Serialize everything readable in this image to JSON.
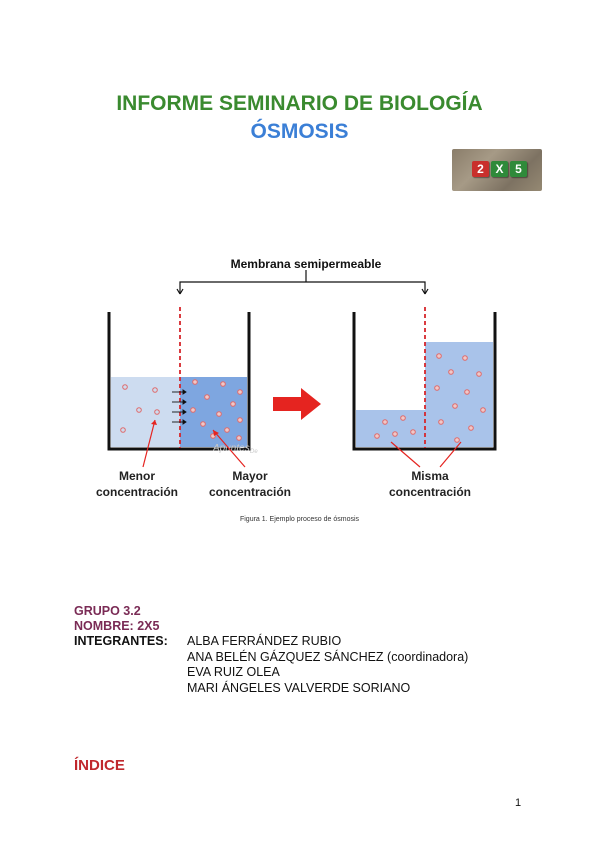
{
  "header": {
    "title": "INFORME SEMINARIO DE BIOLOGÍA",
    "subtitle": "ÓSMOSIS"
  },
  "logo": {
    "chars": [
      "2",
      "X",
      "5"
    ],
    "colors": [
      "#c9302c",
      "#2f8a3a",
      "#2f8a3a"
    ]
  },
  "figure": {
    "membrane_label": "Membrana semipermeable",
    "label_low_1": "Menor",
    "label_low_2": "concentración",
    "label_high_1": "Mayor",
    "label_high_2": "concentración",
    "label_equal_1": "Misma",
    "label_equal_2": "concentración",
    "watermark": "Apuntes",
    "watermark_suffix": "De",
    "caption": "Figura 1. Ejemplo proceso de ósmosis",
    "colors": {
      "light_water": "#cddcf0",
      "dark_water": "#7ea6e0",
      "equal_water": "#a9c3ea",
      "membrane": "#d6262b",
      "arrow": "#e52420",
      "particle": "#e06a6a"
    }
  },
  "group": {
    "grupo": "GRUPO 3.2",
    "nombre": "NOMBRE: 2X5",
    "integrantes_label": "INTEGRANTES:",
    "members": [
      "ALBA FERRÁNDEZ RUBIO",
      "ANA BELÉN GÁZQUEZ SÁNCHEZ (coordinadora)",
      "EVA RUIZ OLEA",
      "MARI ÁNGELES VALVERDE SORIANO"
    ]
  },
  "indice": "ÍNDICE",
  "page_number": "1"
}
